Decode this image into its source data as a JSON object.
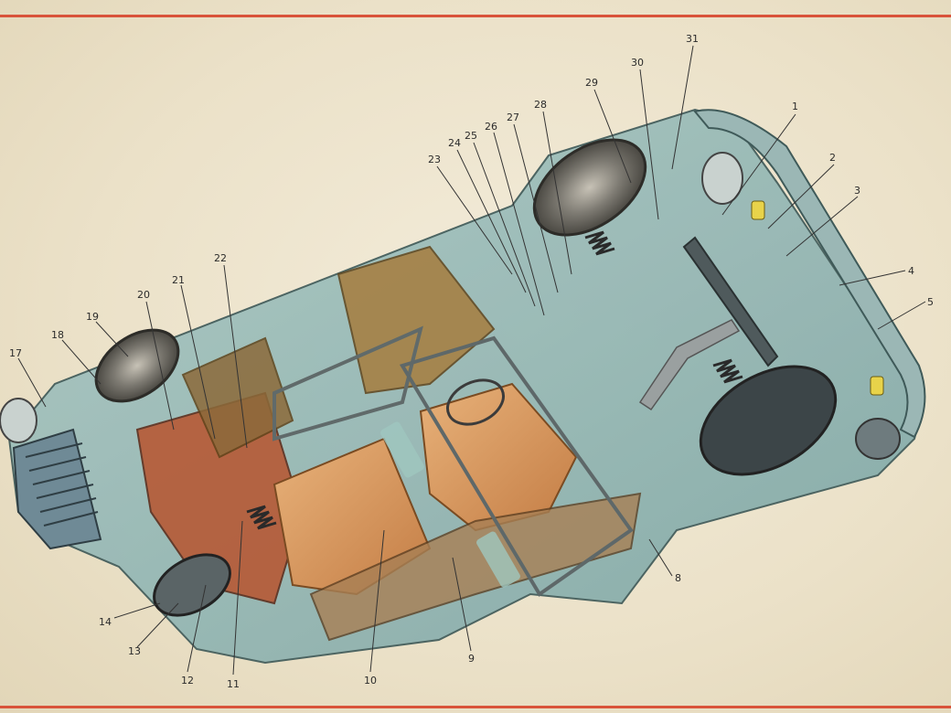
{
  "diagram": {
    "callouts": [
      {
        "label": "1"
      },
      {
        "label": "2"
      },
      {
        "label": "3"
      },
      {
        "label": "4"
      },
      {
        "label": "5"
      },
      {
        "label": "8"
      },
      {
        "label": "9"
      },
      {
        "label": "10"
      },
      {
        "label": "11"
      },
      {
        "label": "12"
      },
      {
        "label": "13"
      },
      {
        "label": "14"
      },
      {
        "label": "17"
      },
      {
        "label": "18"
      },
      {
        "label": "19"
      },
      {
        "label": "20"
      },
      {
        "label": "21"
      },
      {
        "label": "22"
      },
      {
        "label": "23"
      },
      {
        "label": "24"
      },
      {
        "label": "25"
      },
      {
        "label": "26"
      },
      {
        "label": "27"
      },
      {
        "label": "28"
      },
      {
        "label": "29"
      },
      {
        "label": "30"
      },
      {
        "label": "31"
      }
    ]
  },
  "colors": {
    "border_rule": "#d9533a",
    "body_shell": "#8fb5b3",
    "seats": "#d89a5c",
    "engine": "#b8542e",
    "mechanics": "#4f5a5c"
  }
}
